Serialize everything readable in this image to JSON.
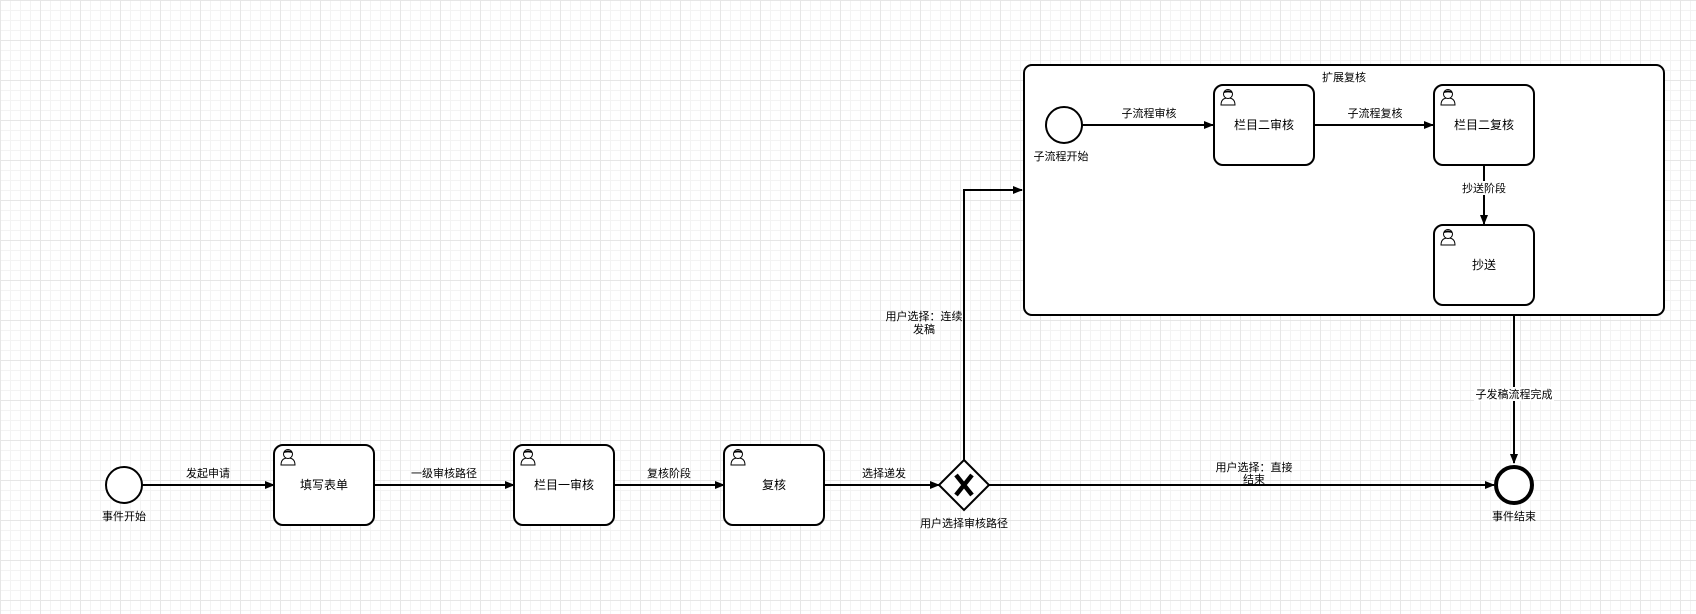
{
  "events": {
    "start": "事件开始",
    "end": "事件结束",
    "sub_start": "子流程开始"
  },
  "tasks": {
    "fill_form": "填写表单",
    "col1_review": "栏目一审核",
    "recheck": "复核",
    "col2_review": "栏目二审核",
    "col2_recheck": "栏目二复核",
    "cc": "抄送"
  },
  "gateway": {
    "label": "用户选择审核路径"
  },
  "subprocess": {
    "title": "扩展复核"
  },
  "flows": {
    "submit": "发起申请",
    "level1": "一级审核路径",
    "recheck_stage": "复核阶段",
    "choose_send": "选择递发",
    "continue_line1": "用户选择：连续",
    "continue_line2": "发稿",
    "direct_line1": "用户选择：直接",
    "direct_line2": "结束",
    "sub_review": "子流程审核",
    "sub_recheck": "子流程复核",
    "cc_stage": "抄送阶段",
    "sub_done": "子发稿流程完成"
  }
}
